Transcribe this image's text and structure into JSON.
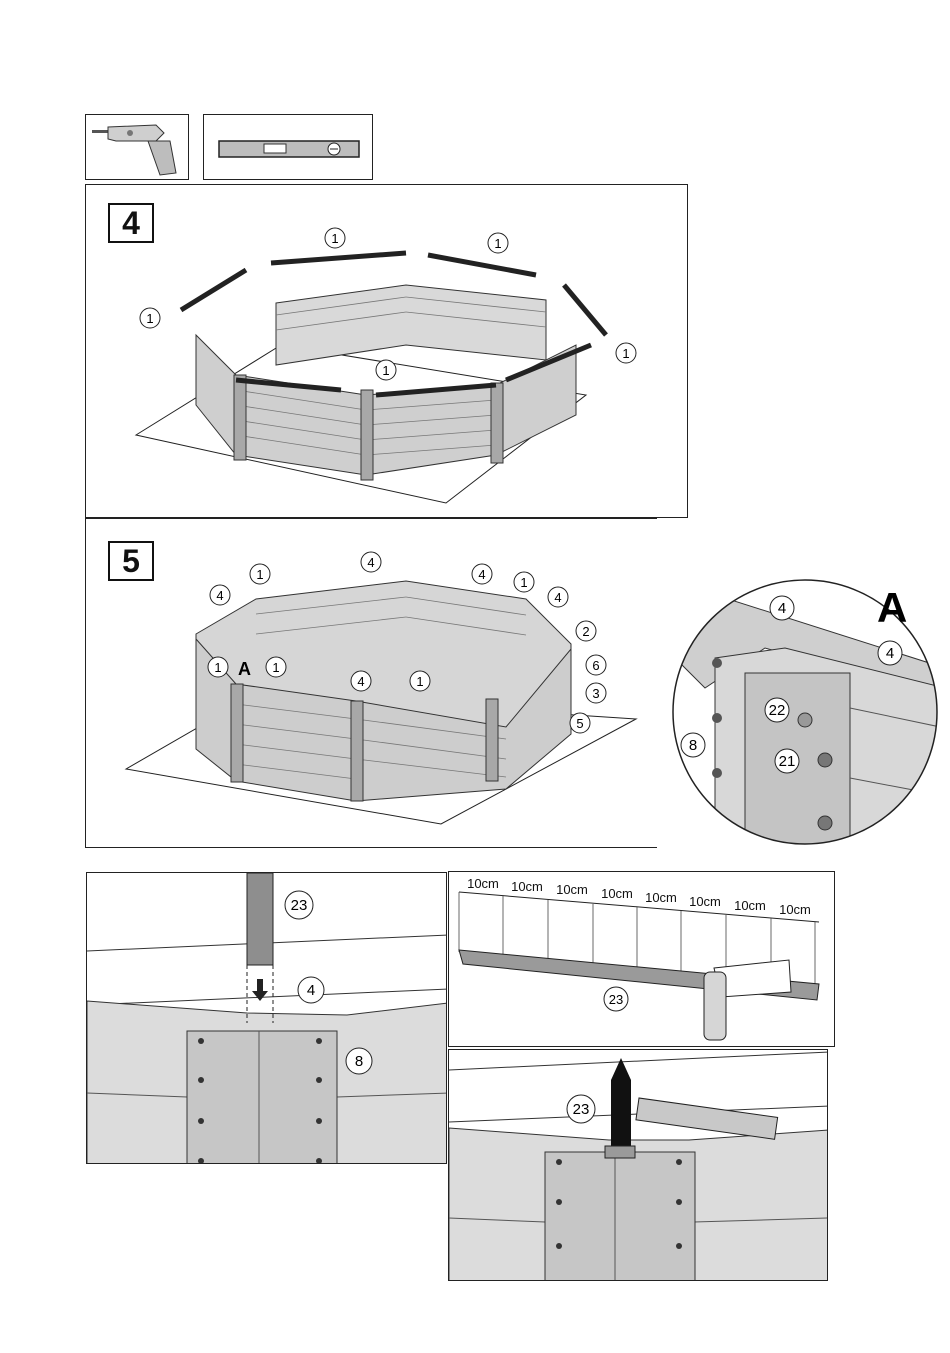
{
  "tools": {
    "drill_icon": "drill-icon",
    "level_icon": "spirit-level-icon"
  },
  "step4": {
    "number": "4",
    "callouts": [
      "1",
      "1",
      "1",
      "1",
      "1"
    ]
  },
  "step5": {
    "number": "5",
    "detail_marker": "A",
    "callouts": [
      "1",
      "1",
      "1",
      "1",
      "1",
      "4",
      "4",
      "4",
      "4",
      "4",
      "2",
      "6",
      "3",
      "5"
    ]
  },
  "detailA": {
    "letter": "A",
    "callouts": [
      "4",
      "4",
      "22",
      "21",
      "8"
    ]
  },
  "stake_panel": {
    "callouts": [
      "23",
      "4",
      "8"
    ]
  },
  "spacing_panel": {
    "labels": [
      "10cm",
      "10cm",
      "10cm",
      "10cm",
      "10cm",
      "10cm",
      "10cm",
      "10cm"
    ],
    "callout": "23"
  },
  "hammer_panel": {
    "callout": "23"
  }
}
